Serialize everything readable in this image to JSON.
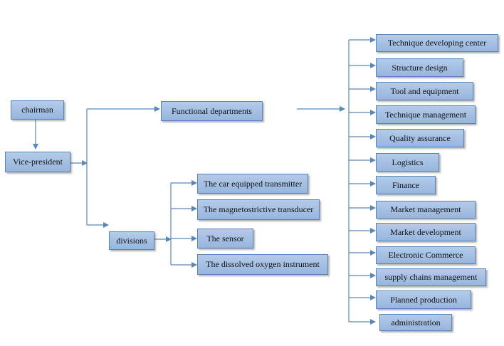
{
  "colors": {
    "node_fill": "#a9c2e4",
    "node_border": "#5a84b8",
    "connector": "#5b86b8"
  },
  "nodes": {
    "chairman": "chairman",
    "vice_president": "Vice-president",
    "functional_departments": "Functional departments",
    "divisions": "divisions",
    "division_items": [
      "The car equipped transmitter",
      "The magnetostrictive transducer",
      "The sensor",
      "The dissolved oxygen instrument"
    ],
    "department_items": [
      "Technique developing center",
      "Structure design",
      "Tool and equipment",
      "Technique management",
      "Quality assurance",
      "Logistics",
      "Finance",
      "Market management",
      "Market development",
      "Electronic Commerce",
      "supply chains management",
      "Planned production",
      "administration"
    ]
  }
}
